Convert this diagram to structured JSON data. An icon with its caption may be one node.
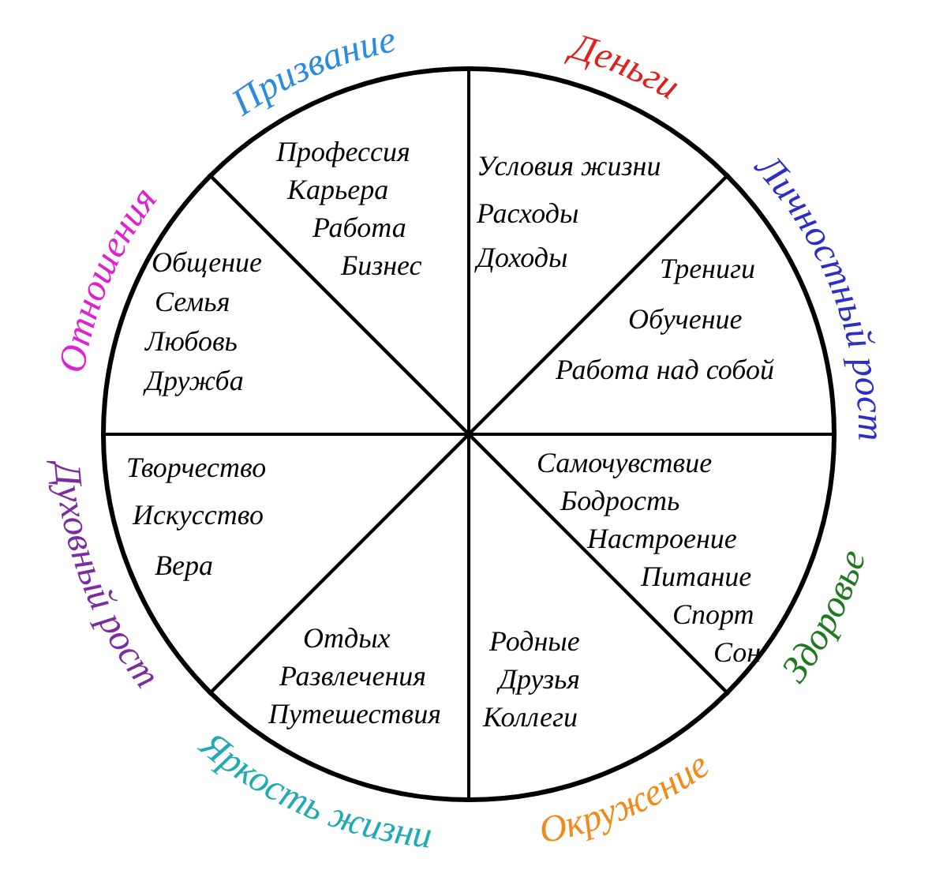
{
  "diagram": {
    "nodes": [
      {
        "text": [],
        "shape": "circle"
      },
      {
        "text": [
          "Профессия",
          "Карьера",
          "Работа",
          "Бизнес"
        ],
        "in": 0,
        "beside": [
          "Призвание"
        ]
      },
      {
        "text": [
          "Условия жизни",
          "Расходы",
          "Доходы"
        ],
        "in": 0,
        "beside": [
          "Деньги"
        ]
      },
      {
        "text": [
          "Трениги",
          "Обучение",
          "Работа над собой"
        ],
        "in": 0,
        "beside": [
          "Личностный рост"
        ]
      },
      {
        "text": [
          "Самочувствие",
          "Бодрость",
          "Настроение",
          "Питание",
          "Спорт",
          "Сон"
        ],
        "in": 0,
        "beside": [
          "Здоровье"
        ]
      },
      {
        "text": [
          "Родные",
          "Друзья",
          "Коллеги"
        ],
        "in": 0,
        "beside": [
          "Окружение"
        ]
      },
      {
        "text": [
          "Отдых",
          "Развлечения",
          "Путешествия"
        ],
        "in": 0,
        "beside": [
          "Яркость жизни"
        ]
      },
      {
        "text": [
          "Творчество",
          "Искусство",
          "Вера"
        ],
        "in": 0,
        "beside": [
          "Духовный рост"
        ]
      },
      {
        "text": [
          "Общение",
          "Семья",
          "Любовь",
          "Дружба"
        ],
        "in": 0,
        "beside": [
          "Отношения"
        ]
      }
    ],
    "edges": []
  }
}
